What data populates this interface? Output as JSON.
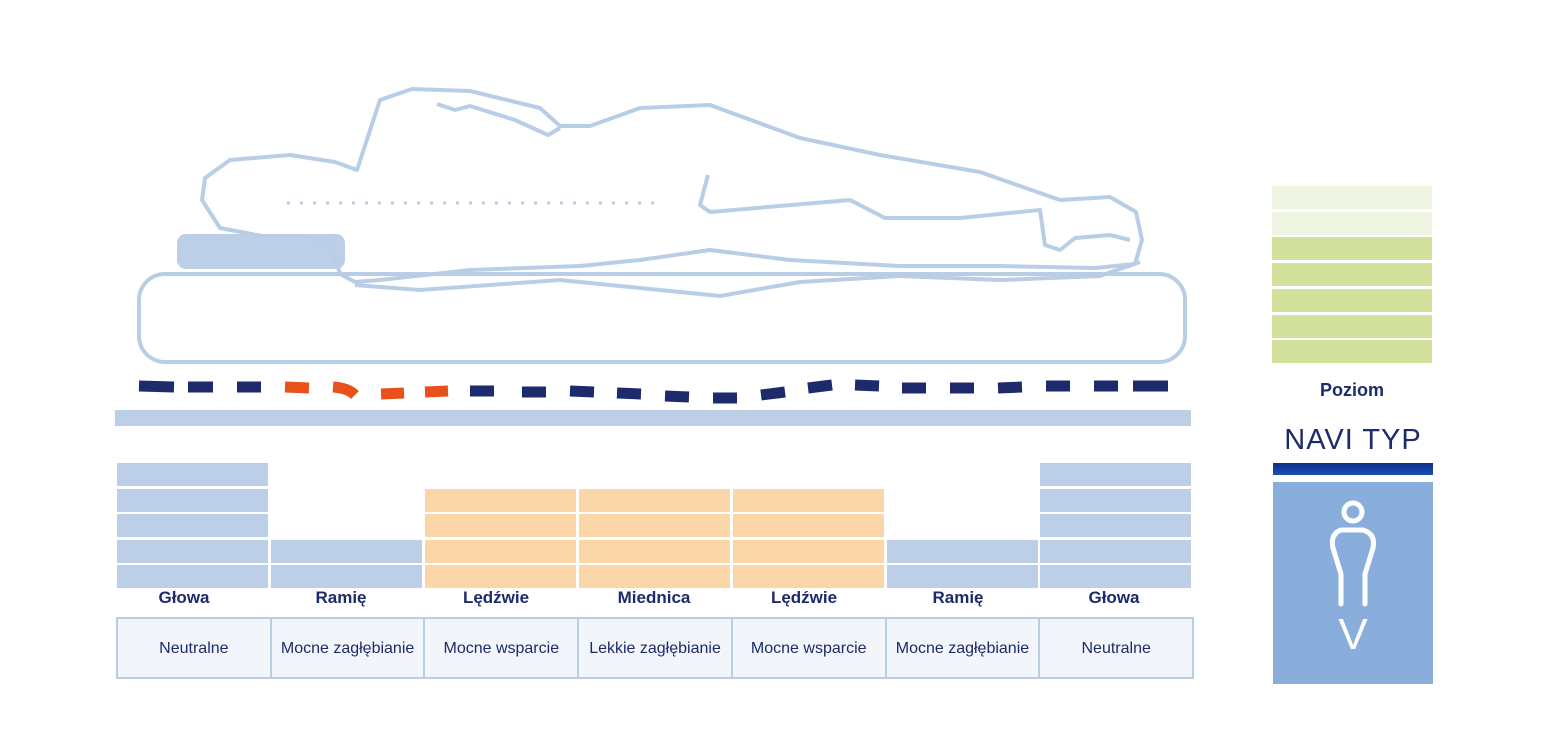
{
  "zones": [
    {
      "label": "Głowa",
      "description": "Neutralne",
      "level": 5,
      "color": "#bccfe6"
    },
    {
      "label": "Ramię",
      "description": "Mocne zagłębianie",
      "level": 2,
      "color": "#bccfe6"
    },
    {
      "label": "Lędźwie",
      "description": "Mocne wsparcie",
      "level": 4,
      "color": "#fbd6a8"
    },
    {
      "label": "Miednica",
      "description": "Lekkie zagłębianie",
      "level": 4,
      "color": "#fbd6a8"
    },
    {
      "label": "Lędźwie",
      "description": "Mocne wsparcie",
      "level": 4,
      "color": "#fbd6a8"
    },
    {
      "label": "Ramię",
      "description": "Mocne zagłębianie",
      "level": 2,
      "color": "#bccfe6"
    },
    {
      "label": "Głowa",
      "description": "Neutralne",
      "level": 5,
      "color": "#bccfe6"
    }
  ],
  "level_scale": {
    "title": "Poziom",
    "total": 7,
    "active": 5,
    "active_color": "#d2e29c",
    "inactive_color": "#eef4e2"
  },
  "type_panel": {
    "title": "NAVI TYP",
    "letter": "V",
    "icon": "person-icon",
    "color": "#89aedc"
  },
  "colors": {
    "outline": "#b9cde6",
    "spine_dash": "#1d2a6b",
    "spine_highlight": "#e8511a",
    "text": "#1d2a6b"
  }
}
